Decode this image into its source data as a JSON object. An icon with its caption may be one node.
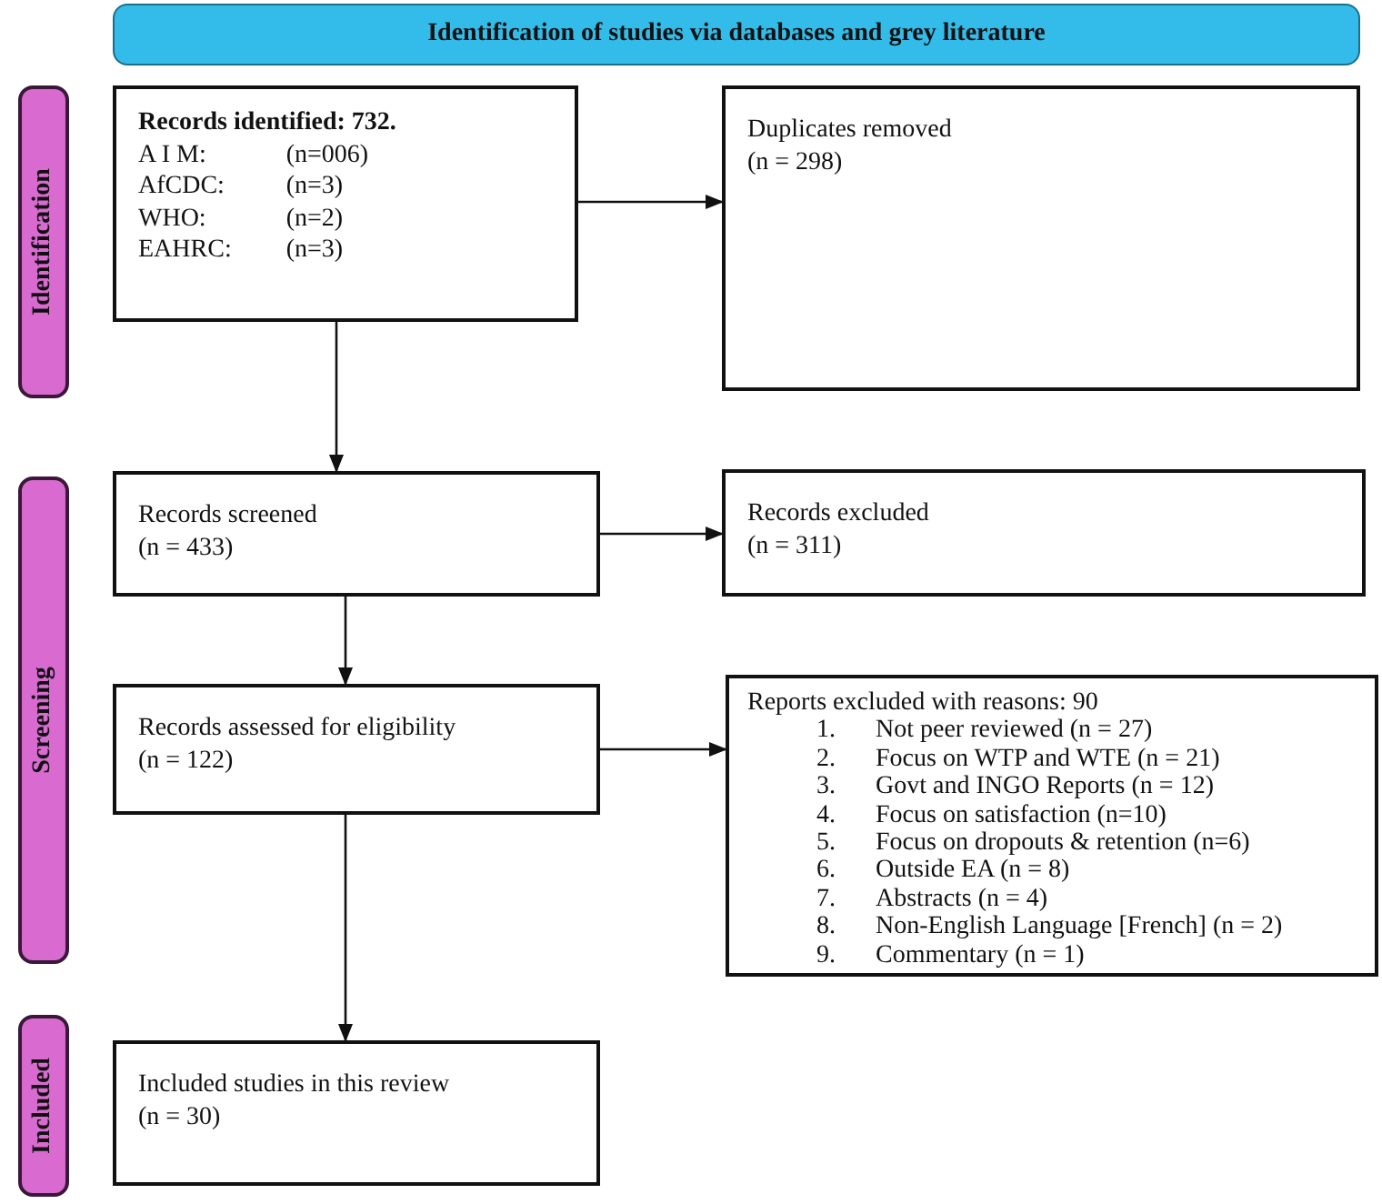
{
  "diagram": {
    "nodes": [
      {
        "text": [
          "Identification of studies via databases and grey literature"
        ]
      },
      {
        "text": [
          "Identification"
        ]
      },
      {
        "text": [
          "Screening"
        ]
      },
      {
        "text": [
          "Included"
        ]
      },
      {
        "text": [
          "Records identified: 732.",
          "A I M:",
          "(n=006)",
          "AfCDC:",
          "(n=3)",
          "WHO:",
          "(n=2)",
          "EAHRC:",
          "(n=3)"
        ]
      },
      {
        "text": [
          "Duplicates removed",
          "(n = 298)"
        ]
      },
      {
        "text": [
          "Records screened",
          "(n = 433)"
        ]
      },
      {
        "text": [
          "Records excluded",
          "(n = 311)"
        ]
      },
      {
        "text": [
          "Records assessed for eligibility",
          "(n = 122)"
        ]
      },
      {
        "text": [
          "Reports excluded with reasons: 90",
          "1.",
          "Not peer reviewed (n = 27)",
          "2.",
          "Focus on WTP and WTE (n = 21)",
          "3.",
          "Govt and INGO Reports (n = 12)",
          "4.",
          "Focus on satisfaction (n=10)",
          "5.",
          "Focus on dropouts & retention (n=6)",
          "6.",
          "Outside EA (n = 8)",
          "7.",
          "Abstracts (n = 4)",
          "8.",
          "Non-English Language [French] (n = 2)",
          "9.",
          "Commentary (n = 1)"
        ]
      },
      {
        "text": [
          "Included studies in this review",
          "(n = 30)"
        ]
      }
    ],
    "edges": [
      {
        "from": 4,
        "to": 5,
        "arrow": "to"
      },
      {
        "from": 4,
        "to": 6,
        "arrow": "to"
      },
      {
        "from": 6,
        "to": 7,
        "arrow": "to"
      },
      {
        "from": 6,
        "to": 8,
        "arrow": "to"
      },
      {
        "from": 8,
        "to": 9,
        "arrow": "to"
      },
      {
        "from": 8,
        "to": 10,
        "arrow": "to"
      }
    ]
  }
}
